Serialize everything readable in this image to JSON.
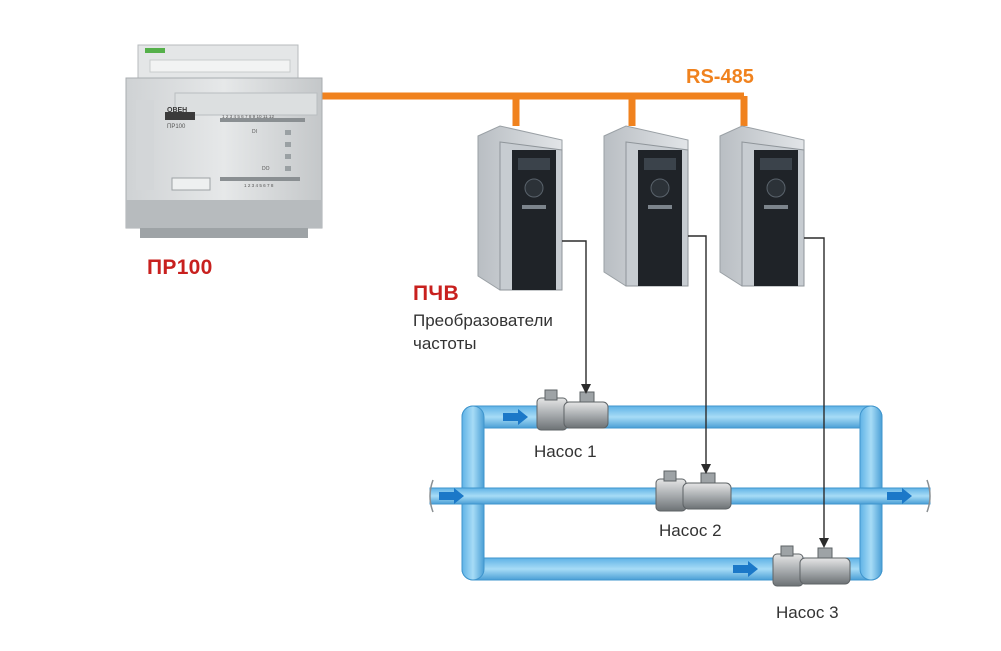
{
  "labels": {
    "rs485": "RS-485",
    "controller": "ПР100",
    "vfd_title": "ПЧВ",
    "vfd_desc_line1": "Преобразователи",
    "vfd_desc_line2": "частоты",
    "pump1": "Насос 1",
    "pump2": "Насос 2",
    "pump3": "Насос 3"
  },
  "device_text": {
    "brand": "ОВЕН",
    "model": "ПР100",
    "di": "DI",
    "do": "DO",
    "di_numbers": "1 2 3 4 5 6 7 8 9 10 11 12",
    "do_numbers": "1 2 3 4 5 6 7 8"
  },
  "colors": {
    "rs485_bus": "#f0821e",
    "pipe": "#7ec8ee",
    "pipe_edge": "#4aa6dc",
    "flow_arrow": "#1b78c8",
    "title_red": "#c8201e"
  }
}
